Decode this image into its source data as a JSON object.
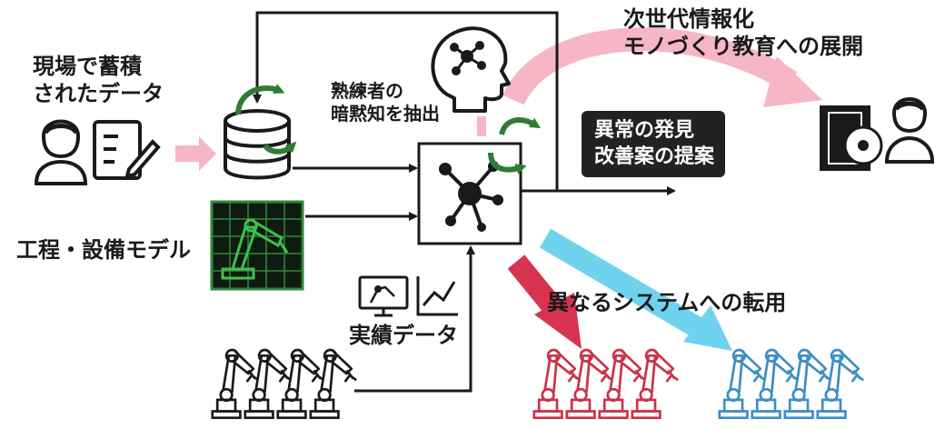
{
  "labels": {
    "field_data_line1": "現場で蓄積",
    "field_data_line2": "されたデータ",
    "tacit_line1": "熟練者の",
    "tacit_line2": "暗黙知を抽出",
    "nextgen_line1": "次世代情報化",
    "nextgen_line2": "モノづくり教育への展開",
    "discovery_line1": "異常の発見",
    "discovery_line2": "改善案の提案",
    "process_model": "工程・設備モデル",
    "transfer": "異なるシステムへの転用",
    "actual_data": "実績データ"
  },
  "colors": {
    "pink": "#f7b6c6",
    "green": "#2e7d32",
    "red": "#d8344f",
    "cyan": "#6fd3ef",
    "dark": "#222222",
    "blue_robot": "#3d8fc4",
    "red_robot": "#c8344a",
    "grid_green": "#2f8a3a"
  },
  "icons": [
    "person-icon",
    "checklist-pen-icon",
    "database-icon",
    "brain-network-icon",
    "network-node-icon",
    "robot-arm-model-icon",
    "monitor-robot-icon",
    "line-graph-icon",
    "book-disc-icon",
    "robot-arm-icon"
  ]
}
